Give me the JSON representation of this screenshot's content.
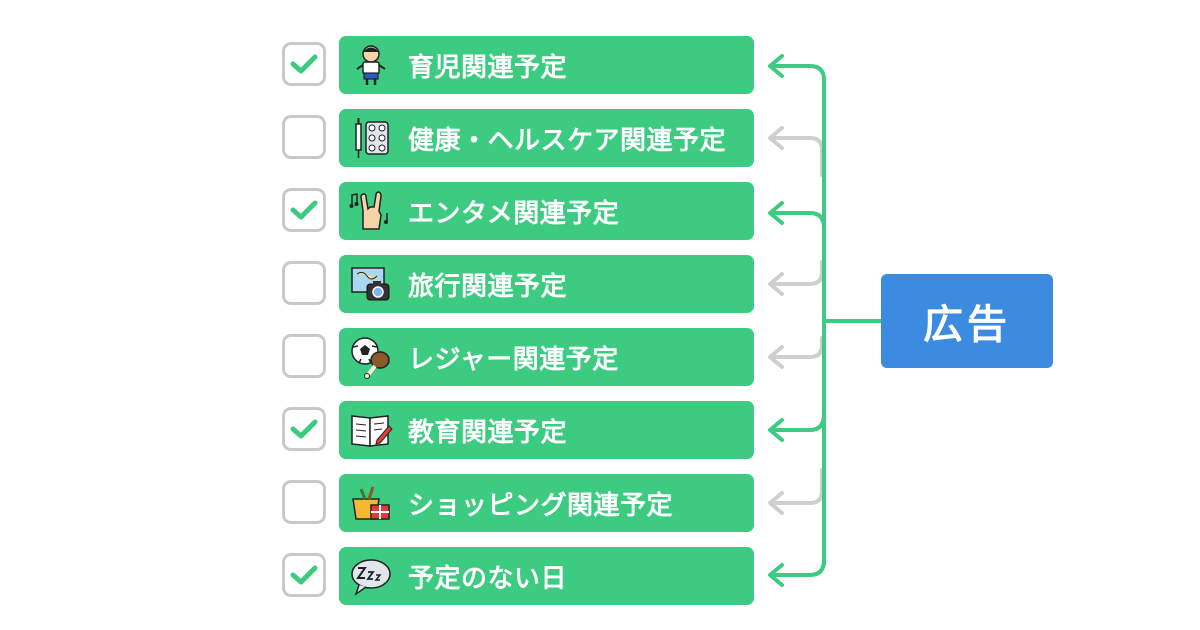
{
  "ad_box": {
    "label": "広告"
  },
  "colors": {
    "pill": "#3ccb80",
    "ad": "#3b8be0",
    "check": "#3ccb80",
    "arrow_active": "#3ccb80",
    "arrow_inactive": "#cfcfcf"
  },
  "items": [
    {
      "label": "育児関連予定",
      "checked": true,
      "icon": "child-icon"
    },
    {
      "label": "健康・ヘルスケア関連予定",
      "checked": false,
      "icon": "syringe-pills-icon"
    },
    {
      "label": "エンタメ関連予定",
      "checked": true,
      "icon": "rock-hand-music-icon"
    },
    {
      "label": "旅行関連予定",
      "checked": false,
      "icon": "map-camera-icon"
    },
    {
      "label": "レジャー関連予定",
      "checked": false,
      "icon": "soccer-ball-meat-icon"
    },
    {
      "label": "教育関連予定",
      "checked": true,
      "icon": "book-pencil-icon"
    },
    {
      "label": "ショッピング関連予定",
      "checked": false,
      "icon": "shopping-basket-icon"
    },
    {
      "label": "予定のない日",
      "checked": true,
      "icon": "sleep-bubble-icon"
    }
  ]
}
